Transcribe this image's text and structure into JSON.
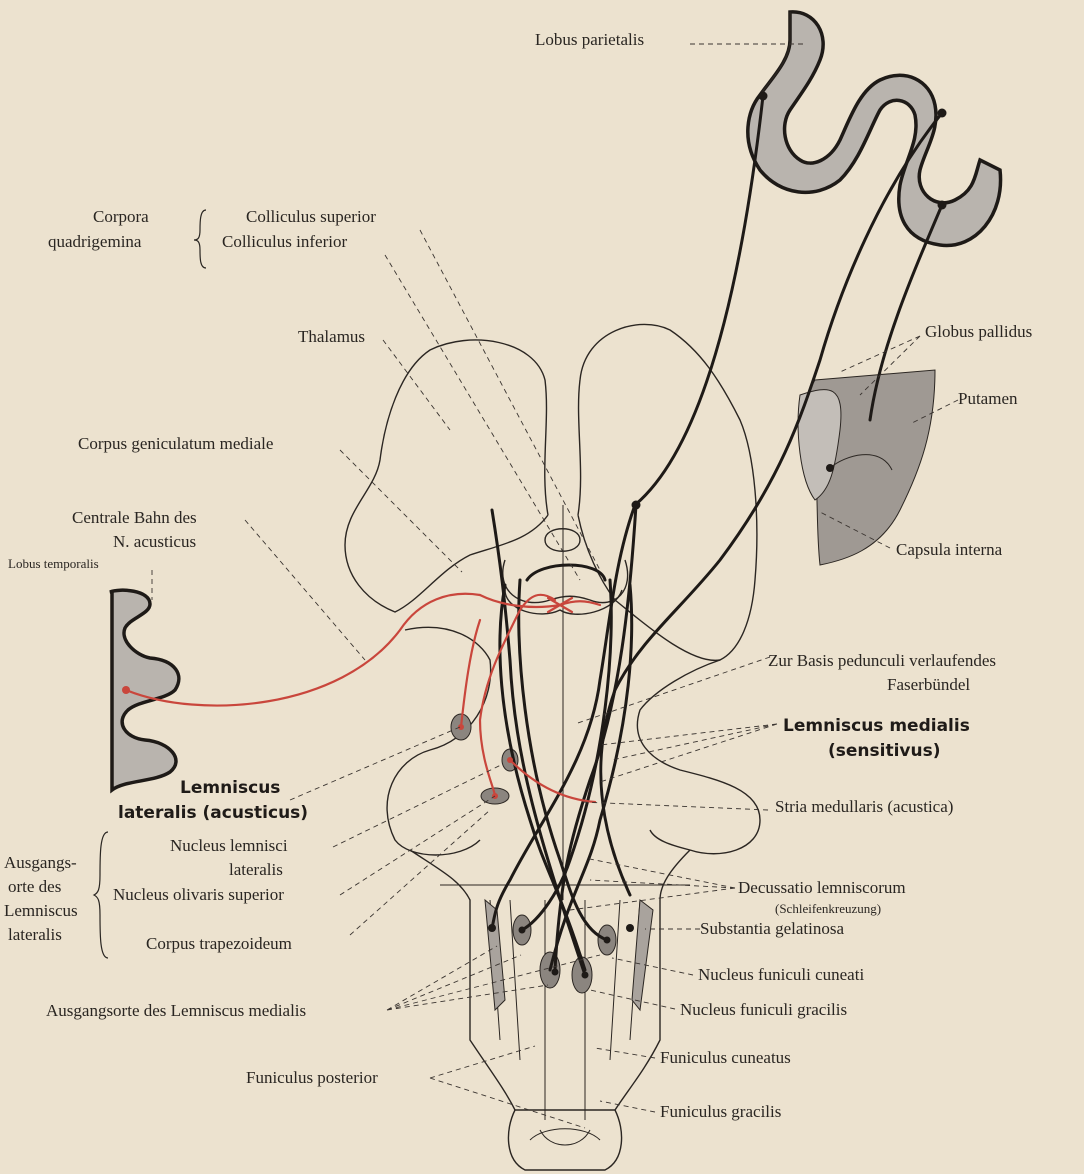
{
  "labels": {
    "lobus_parietalis": "Lobus parietalis",
    "corpora": "Corpora",
    "quadrigemina": "quadrigemina",
    "colliculus_superior": "Colliculus superior",
    "colliculus_inferior": "Colliculus inferior",
    "thalamus": "Thalamus",
    "globus_pallidus": "Globus pallidus",
    "putamen": "Putamen",
    "corpus_geniculatum_mediale": "Corpus geniculatum mediale",
    "centrale_bahn_1": "Centrale Bahn des",
    "centrale_bahn_2": "N. acusticus",
    "lobus_temporalis": "Lobus temporalis",
    "capsula_interna": "Capsula interna",
    "zur_basis_1": "Zur Basis pedunculi verlaufendes",
    "zur_basis_2": "Faserbündel",
    "lemniscus_medialis_1": "Lemniscus medialis",
    "lemniscus_medialis_2": "(sensitivus)",
    "lemniscus_lateralis_1": "Lemniscus",
    "lemniscus_lateralis_2": "lateralis (acusticus)",
    "stria_medullaris": "Stria medullaris (acustica)",
    "nucleus_lemnisci_1": "Nucleus lemnisci",
    "nucleus_lemnisci_2": "lateralis",
    "ausgangs_1": "Ausgangs-",
    "ausgangs_2": "orte des",
    "ausgangs_3": "Lemniscus",
    "ausgangs_4": "lateralis",
    "nucleus_olivaris": "Nucleus olivaris superior",
    "decussatio": "Decussatio lemniscorum",
    "schleifenkreuzung": "(Schleifenkreuzung)",
    "corpus_trapezoideum": "Corpus trapezoideum",
    "substantia_gelatinosa": "Substantia gelatinosa",
    "nucleus_cuneati": "Nucleus funiculi cuneati",
    "ausgangsorte_medialis": "Ausgangsorte des Lemniscus medialis",
    "nucleus_gracilis": "Nucleus funiculi gracilis",
    "funiculus_posterior": "Funiculus posterior",
    "funiculus_cuneatus": "Funiculus cuneatus",
    "funiculus_gracilis": "Funiculus gracilis"
  },
  "colors": {
    "paper": "#ece2cf",
    "ink": "#2b2622",
    "auditory_pathway": "#c9463c",
    "cortex_grey": "#b9b4ae",
    "nucleus_grey": "#8b857f"
  }
}
